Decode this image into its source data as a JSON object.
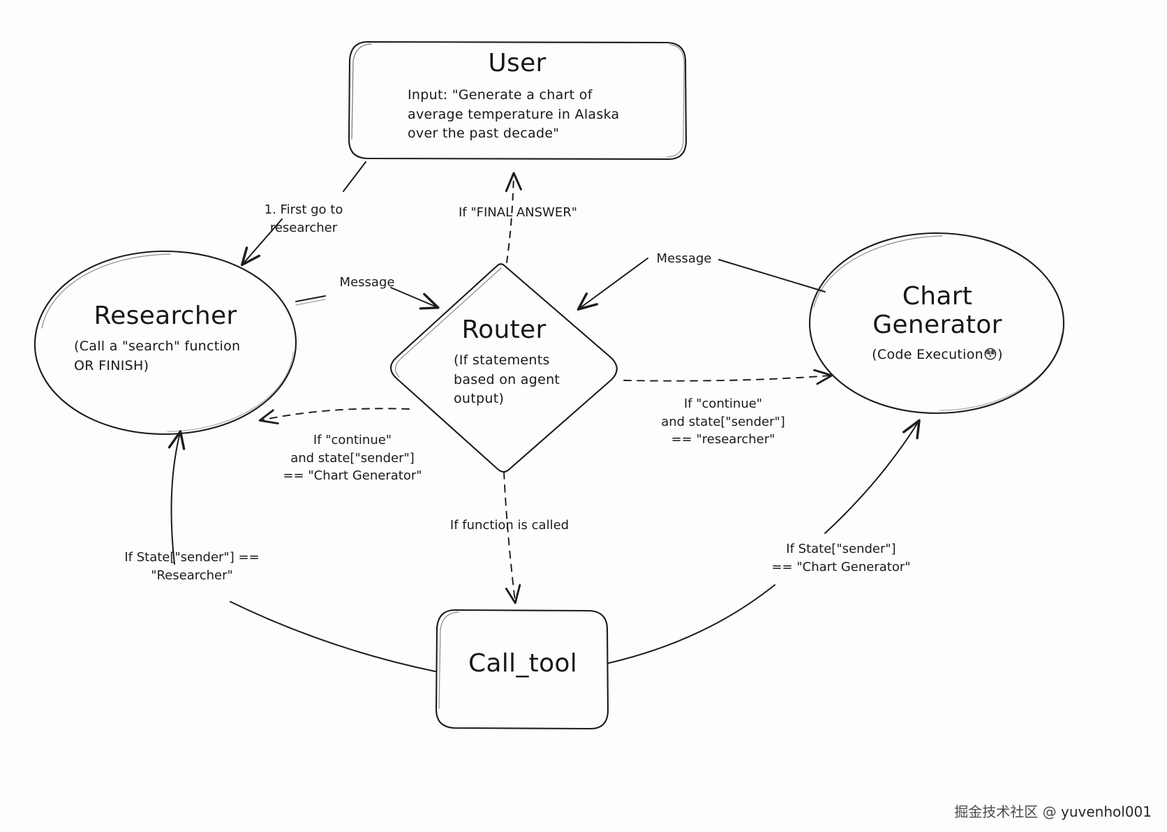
{
  "diagram": {
    "title": "Multi-agent LangGraph workflow",
    "style": "hand-drawn sketch",
    "background_color": "#fdfdfd",
    "stroke_color": "#1b1b1f"
  },
  "nodes": {
    "user": {
      "shape": "rounded-rectangle",
      "title": "User",
      "subtitle": "Input: \"Generate a chart of\naverage temperature in Alaska\nover the past decade\""
    },
    "researcher": {
      "shape": "ellipse",
      "title": "Researcher",
      "subtitle": "(Call a \"search\" function\nOR FINISH)"
    },
    "chart_generator": {
      "shape": "ellipse",
      "title": "Chart\nGenerator",
      "subtitle": "(Code Execution😳)"
    },
    "router": {
      "shape": "diamond",
      "title": "Router",
      "subtitle": "(If statements\nbased on agent\noutput)"
    },
    "call_tool": {
      "shape": "rounded-rectangle",
      "title": "Call_tool",
      "subtitle": ""
    }
  },
  "edge_labels": {
    "user_to_researcher": "1. First go to\nresearcher",
    "researcher_to_router": "Message",
    "router_to_user": "If \"FINAL ANSWER\"",
    "chartgen_to_router": "Message",
    "router_to_researcher": "If \"continue\"\nand state[\"sender\"]\n== \"Chart Generator\"",
    "router_to_chartgen": "If \"continue\"\nand state[\"sender\"]\n== \"researcher\"",
    "router_to_calltool": "If function is called",
    "calltool_to_researcher": "If State[\"sender\"] ==\n\"Researcher\"",
    "calltool_to_chartgen": "If State[\"sender\"]\n== \"Chart Generator\""
  },
  "watermark": {
    "prefix": "掘金技术社区 @ ",
    "handle": "yuvenhol001"
  }
}
